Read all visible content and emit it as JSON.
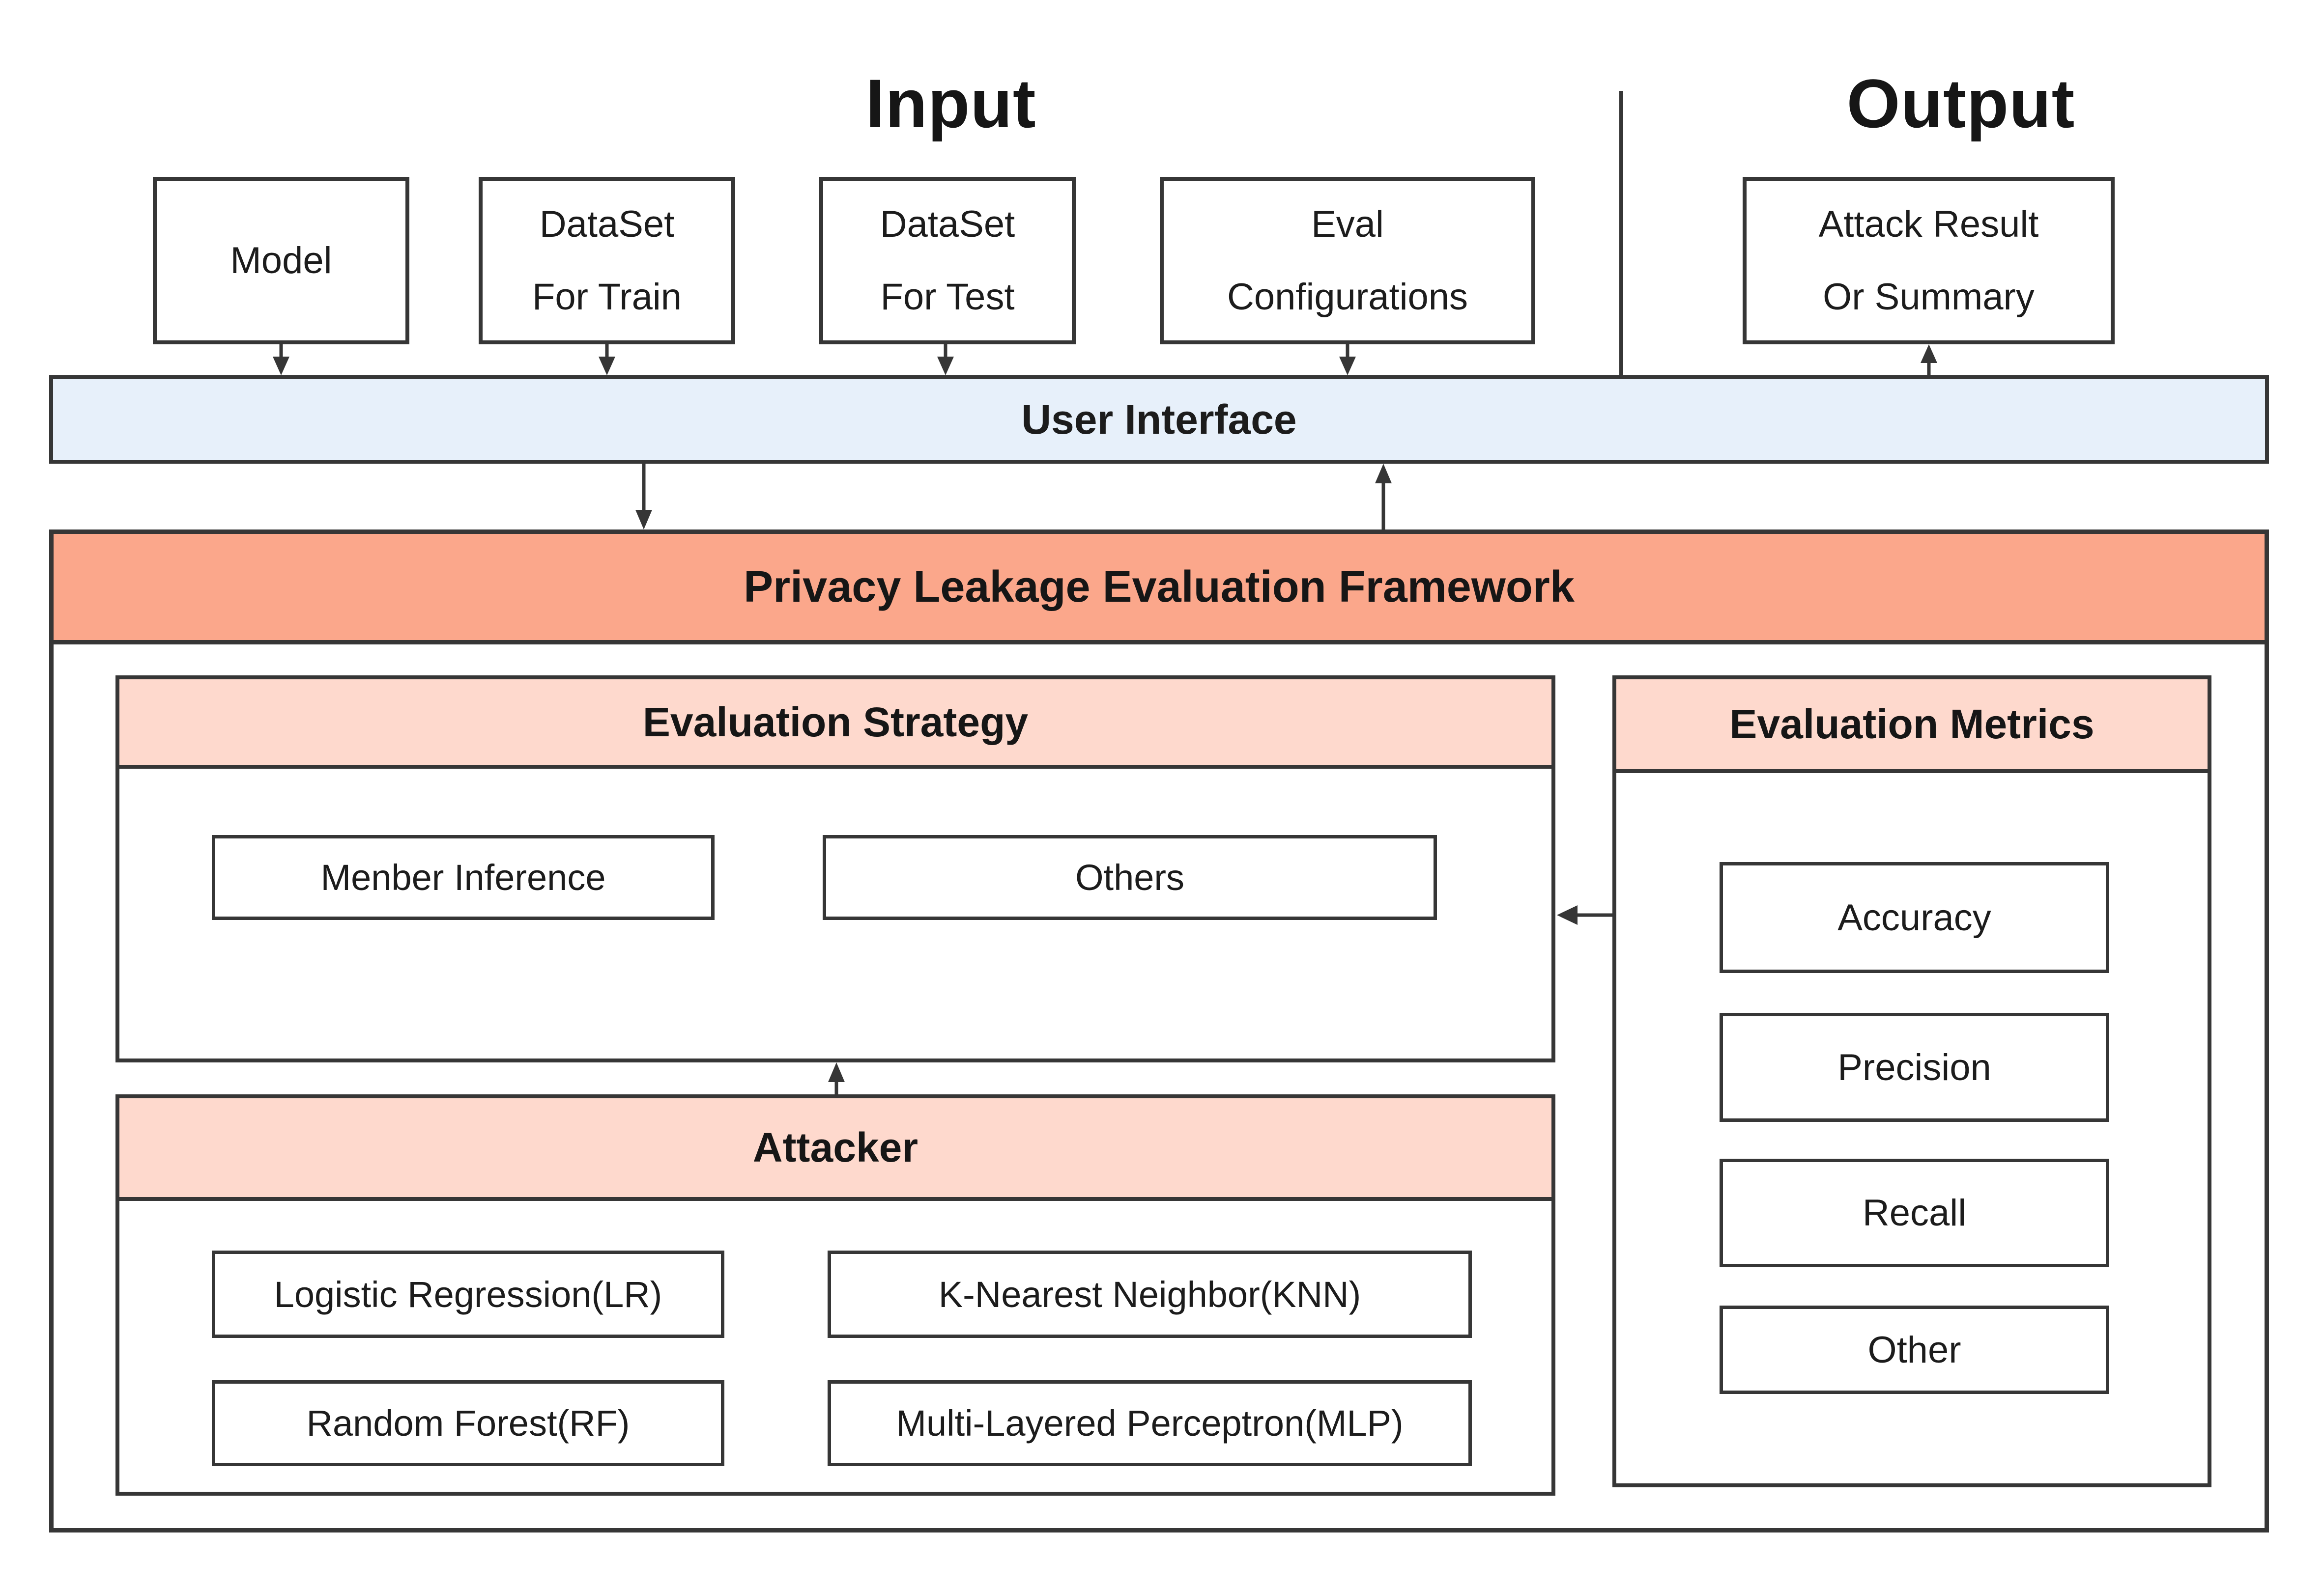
{
  "colors": {
    "border": "#363636",
    "ui_bar_bg": "#e7f0fa",
    "framework_bar_bg": "#fba78b",
    "section_header_bg": "#fed9cd",
    "box_bg": "#ffffff",
    "text": "#1c1c1c"
  },
  "headings": {
    "input": "Input",
    "output": "Output"
  },
  "input_boxes": {
    "model": {
      "label": "Model"
    },
    "dataset_train": {
      "line1": "DataSet",
      "line2": "For Train"
    },
    "dataset_test": {
      "line1": "DataSet",
      "line2": "For Test"
    },
    "eval_config": {
      "line1": "Eval",
      "line2": "Configurations"
    }
  },
  "output_box": {
    "line1": "Attack Result",
    "line2": "Or Summary"
  },
  "ui_bar": {
    "label": "User Interface"
  },
  "framework": {
    "title": "Privacy Leakage Evaluation Framework"
  },
  "evaluation_strategy": {
    "title": "Evaluation Strategy",
    "items": [
      "Menber Inference",
      "Others"
    ]
  },
  "attacker": {
    "title": "Attacker",
    "items": [
      "Logistic Regression(LR)",
      "K-Nearest Neighbor(KNN)",
      "Random Forest(RF)",
      "Multi-Layered Perceptron(MLP)"
    ]
  },
  "evaluation_metrics": {
    "title": "Evaluation Metrics",
    "items": [
      "Accuracy",
      "Precision",
      "Recall",
      "Other"
    ]
  }
}
